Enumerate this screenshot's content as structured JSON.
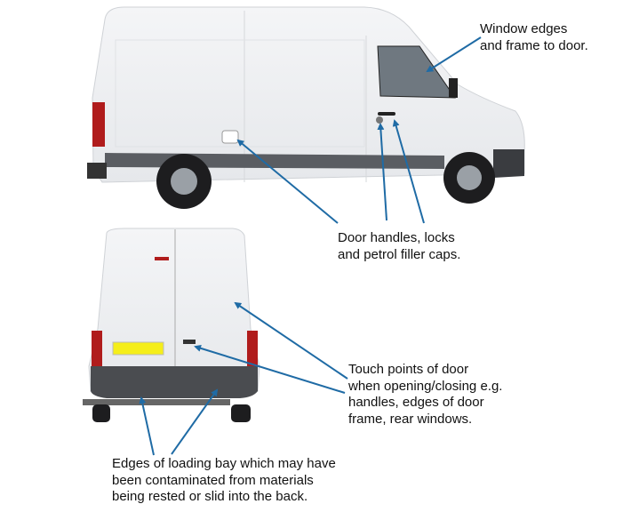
{
  "colors": {
    "arrow": "#1f6ba5",
    "plate": "#f5ee1a",
    "tail_light": "#b01c1c",
    "trim": "#4a4c50"
  },
  "labels": {
    "window": {
      "lines": [
        "Window edges",
        "and frame to door."
      ]
    },
    "handles": {
      "lines": [
        "Door handles, locks",
        "and petrol filler caps."
      ]
    },
    "touch": {
      "lines": [
        "Touch points of door",
        "when opening/closing e.g.",
        "handles, edges of door",
        "frame, rear windows."
      ]
    },
    "loading": {
      "lines": [
        "Edges of loading bay which may have",
        "been contaminated from materials",
        "being rested or slid into the back."
      ]
    }
  }
}
